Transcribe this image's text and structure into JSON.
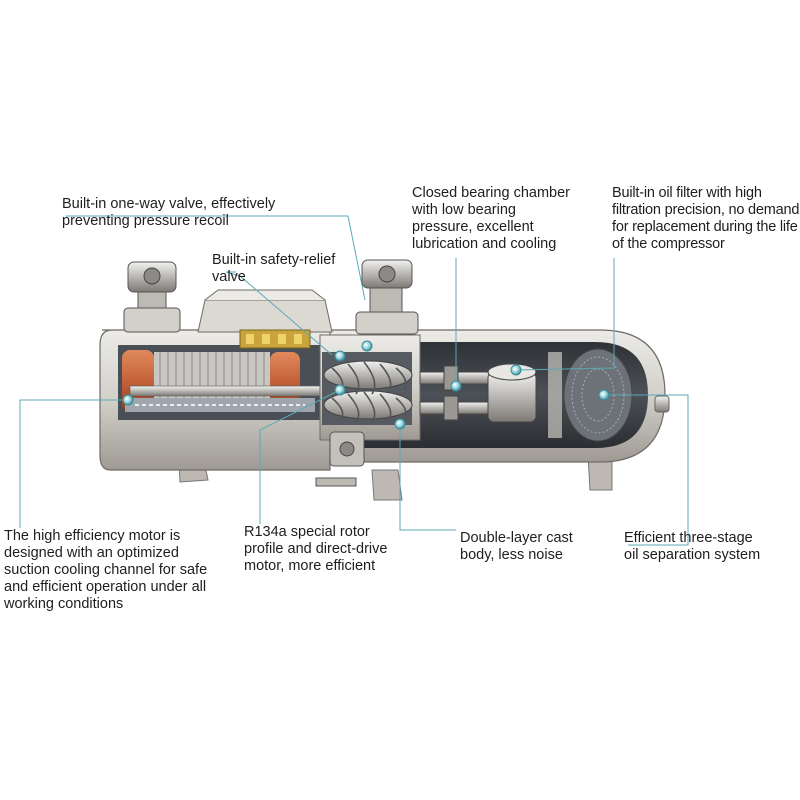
{
  "labels": {
    "one_way_valve": "Built-in one-way valve, effectively\npreventing pressure recoil",
    "safety_relief": "Built-in safety-relief\nvalve",
    "bearing_chamber": "Closed bearing chamber\nwith low bearing\npressure, excellent\nlubrication and cooling",
    "oil_filter": "Built-in oil filter with high\nfiltration precision, no demand\nfor replacement during the life\nof the compressor",
    "motor": "The high efficiency motor is\ndesigned with an optimized\nsuction cooling channel for safe\nand efficient operation under all\nworking conditions",
    "rotor": "R134a special rotor\nprofile and direct-drive\nmotor, more efficient",
    "cast_body": "Double-layer cast\nbody, less noise",
    "oil_separation": "Efficient three-stage\noil separation system"
  },
  "colors": {
    "leader": "#5aa9b5",
    "body": "#d9d6d0",
    "body_dark": "#8f8b84",
    "interior": "#3b3f44",
    "copper": "#c4623a",
    "brass": "#c9a43a"
  }
}
